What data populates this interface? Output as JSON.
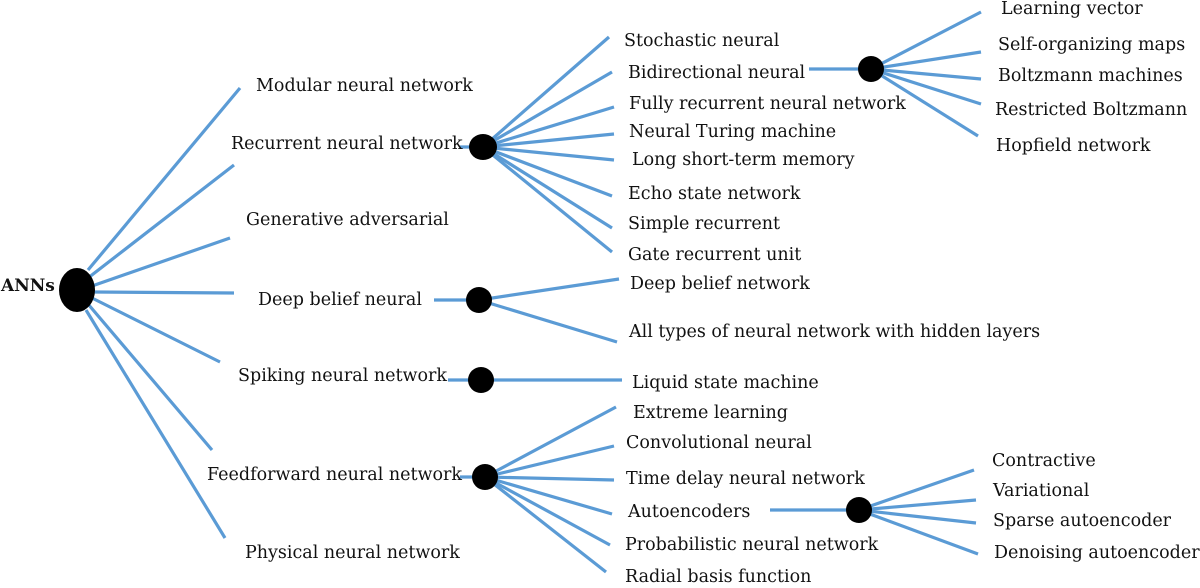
{
  "root": "ANNs",
  "level1": [
    "Modular neural network",
    "Recurrent neural network",
    "Generative adversarial",
    "Deep belief neural",
    "Spiking neural network",
    "Feedforward neural network",
    "Physical neural network"
  ],
  "recurrent_children": [
    "Stochastic neural",
    "Bidirectional neural",
    "Fully recurrent neural network",
    "Neural Turing machine",
    "Long short-term memory",
    "Echo state network",
    "Simple recurrent",
    "Gate recurrent unit"
  ],
  "bidirectional_children": [
    "Learning vector",
    "Self-organizing maps",
    "Boltzmann machines",
    "Restricted Boltzmann",
    "Hopfield network"
  ],
  "deep_belief_children": [
    "Deep belief network",
    "All types of neural network with hidden layers"
  ],
  "spiking_children": [
    "Liquid state machine"
  ],
  "feedforward_children": [
    "Extreme learning",
    "Convolutional neural",
    "Time delay neural network",
    "Autoencoders",
    "Probabilistic neural network",
    "Radial basis function"
  ],
  "autoencoder_children": [
    "Contractive",
    "Variational",
    "Sparse autoencoder",
    "Denoising autoencoder"
  ],
  "colors": {
    "edge": "#5b9bd5",
    "node": "#000000",
    "text": "#111111"
  }
}
